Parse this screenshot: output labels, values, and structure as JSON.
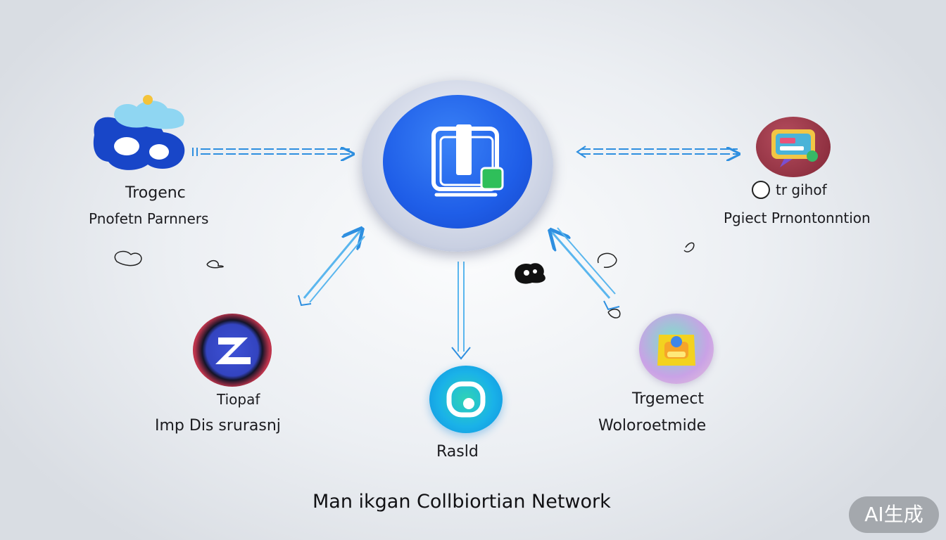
{
  "hub": {
    "icon": "document-window-icon",
    "accent": "#1f5ee8"
  },
  "nodes": {
    "top_left": {
      "icon": "blue-cloud-blob-icon",
      "line1": "Trogenc",
      "line2": "Pnofetn Parnners"
    },
    "top_right": {
      "icon": "presentation-chat-icon",
      "line1": "tr gihof",
      "line2": "Pgiect Prnontonntion"
    },
    "bottom_left": {
      "icon": "letter-z-badge-icon",
      "line1": "Tiopaf",
      "line2": "Imp Dis srurasnj"
    },
    "bottom_center": {
      "icon": "teal-rounded-badge-icon",
      "line1": "Rasld"
    },
    "bottom_right": {
      "icon": "yellow-shield-badge-icon",
      "line1": "Trgemect",
      "line2": "Wolorоetmide"
    }
  },
  "footer": {
    "title": "Man ikgan Collbiortian Network"
  },
  "watermark": {
    "text": "AI生成"
  },
  "colors": {
    "arrow": "#2e8fe0",
    "text": "#1b1b1f"
  }
}
